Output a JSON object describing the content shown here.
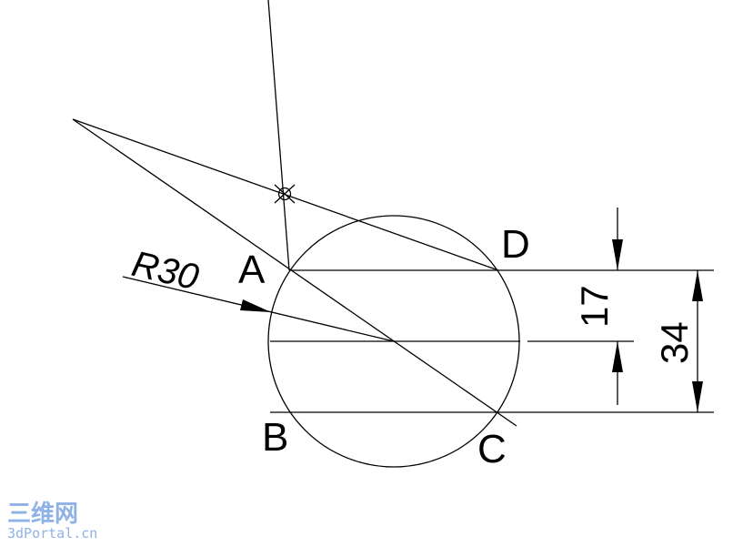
{
  "diagram": {
    "points": {
      "A": "A",
      "B": "B",
      "C": "C",
      "D": "D"
    },
    "radius_label": "R30",
    "dimensions": {
      "half_height": "17",
      "full_height": "34"
    },
    "colors": {
      "line": "#000000",
      "background": "#ffffff",
      "watermark": "#8fb2e6"
    }
  },
  "watermark": {
    "chinese": "三维网",
    "domain": "3dPortal.cn"
  }
}
